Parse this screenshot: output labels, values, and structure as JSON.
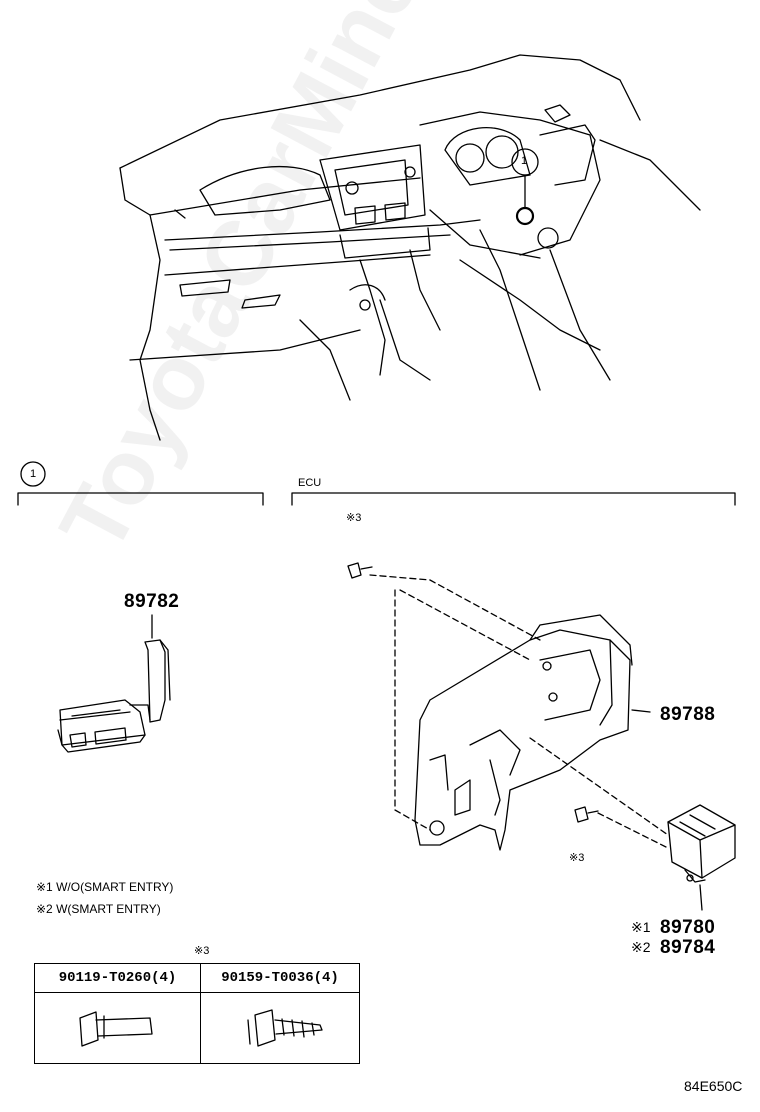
{
  "watermark": "ToyotaCarMine.ru",
  "callout_number": "1",
  "section_left_label": "1",
  "section_ecu_label": "ECU",
  "parts": {
    "p89782": "89782",
    "p89788": "89788",
    "p89780": "89780",
    "p89784": "89784"
  },
  "marks": {
    "m1": "※1",
    "m2": "※2",
    "m3": "※3"
  },
  "legend": {
    "line1_mark": "※1",
    "line1_text": "W/O(SMART ENTRY)",
    "line2_mark": "※2",
    "line2_text": "W(SMART ENTRY)"
  },
  "bolt_table": {
    "header_mark": "※3",
    "col1": "90119-T0260(4)",
    "col2": "90159-T0036(4)"
  },
  "diagram_code": "84E650C"
}
